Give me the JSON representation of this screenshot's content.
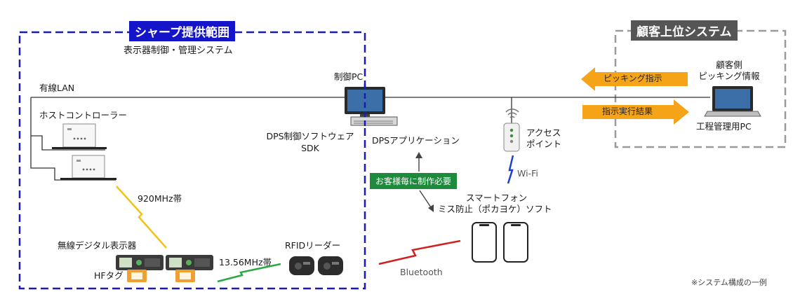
{
  "sharp_scope": {
    "title": "シャープ提供範囲",
    "subtitle": "表示器制御・管理システム"
  },
  "customer_scope": {
    "title": "顧客上位システム"
  },
  "network": {
    "wired_lan": "有線LAN"
  },
  "devices": {
    "control_pc": "制御PC",
    "host_controller": "ホストコントローラー",
    "dps_software": "DPS制御ソフトウェア",
    "sdk": "SDK",
    "dps_application": "DPSアプリケーション",
    "access_point_line1": "アクセス",
    "access_point_line2": "ポイント",
    "customer_side_line1": "顧客側",
    "customer_side_line2": "ピッキング情報",
    "process_pc": "工程管理用PC",
    "smartphone_line1": "スマートフォン",
    "smartphone_line2": "ミス防止（ポカヨケ）ソフト",
    "wireless_display": "無線デジタル表示器",
    "hf_tag": "HFタグ",
    "rfid_reader": "RFIDリーダー"
  },
  "connections": {
    "band_920": "920MHz帯",
    "band_1356": "13.56MHz帯",
    "wifi": "Wi-Fi",
    "bluetooth": "Bluetooth"
  },
  "arrows": {
    "picking_instruction": "ピッキング指示",
    "execution_result": "指示実行結果"
  },
  "badges": {
    "custom_dev": "お客様毎に制作必要"
  },
  "footnote": "※システム構成の一例",
  "colors": {
    "sharp_border": "#1a1ab8",
    "sharp_title_bg": "#1414c8",
    "customer_border": "#9a9a9a",
    "customer_title_bg": "#555555",
    "arrow_orange": "#f5a418",
    "badge_green": "#1e8a3c",
    "line_920": "#f2c21a",
    "line_1356": "#2aa845",
    "line_wifi": "#1f3fd4",
    "line_bluetooth": "#d21f1f",
    "tag_orange": "#f0a030"
  }
}
